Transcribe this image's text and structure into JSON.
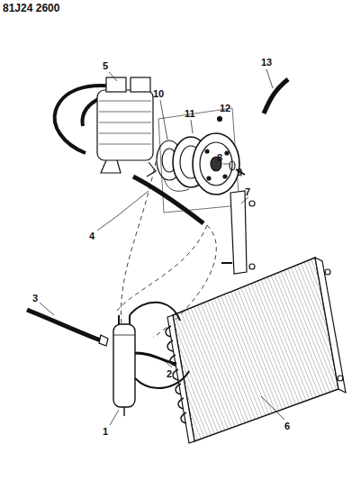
{
  "diagram": {
    "labels": [
      "81J24 2600",
      "5",
      "10",
      "11",
      "12",
      "13",
      "8",
      "9",
      "7",
      "4",
      "3",
      "2",
      "1",
      "6"
    ]
  }
}
